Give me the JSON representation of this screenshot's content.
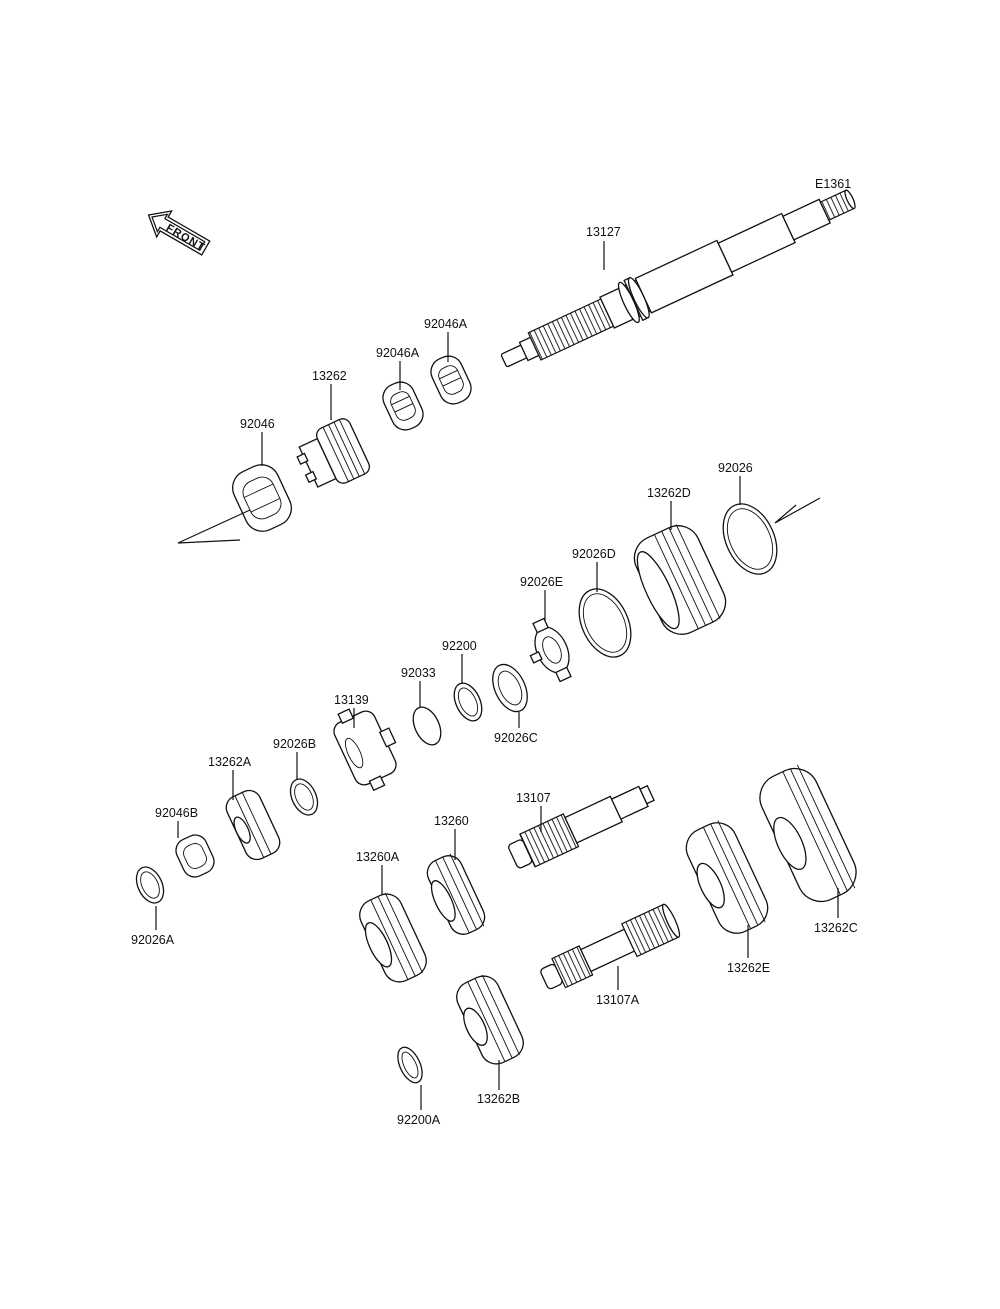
{
  "diagram_code": "E1361",
  "front_label": "FRONT",
  "labels": {
    "p13127": "13127",
    "p92046A_1": "92046A",
    "p92046A_2": "92046A",
    "p13262": "13262",
    "p92046": "92046",
    "p92026": "92026",
    "p13262D": "13262D",
    "p92026D": "92026D",
    "p92026E": "92026E",
    "p92200": "92200",
    "p92033": "92033",
    "p92026C": "92026C",
    "p13139": "13139",
    "p92026B": "92026B",
    "p13262A": "13262A",
    "p92046B": "92046B",
    "p92026A": "92026A",
    "p13107": "13107",
    "p13260": "13260",
    "p13260A": "13260A",
    "p13262E": "13262E",
    "p13262C": "13262C",
    "p13107A": "13107A",
    "p13262B": "13262B",
    "p92200A": "92200A"
  },
  "colors": {
    "line": "#111111",
    "background": "#ffffff"
  }
}
